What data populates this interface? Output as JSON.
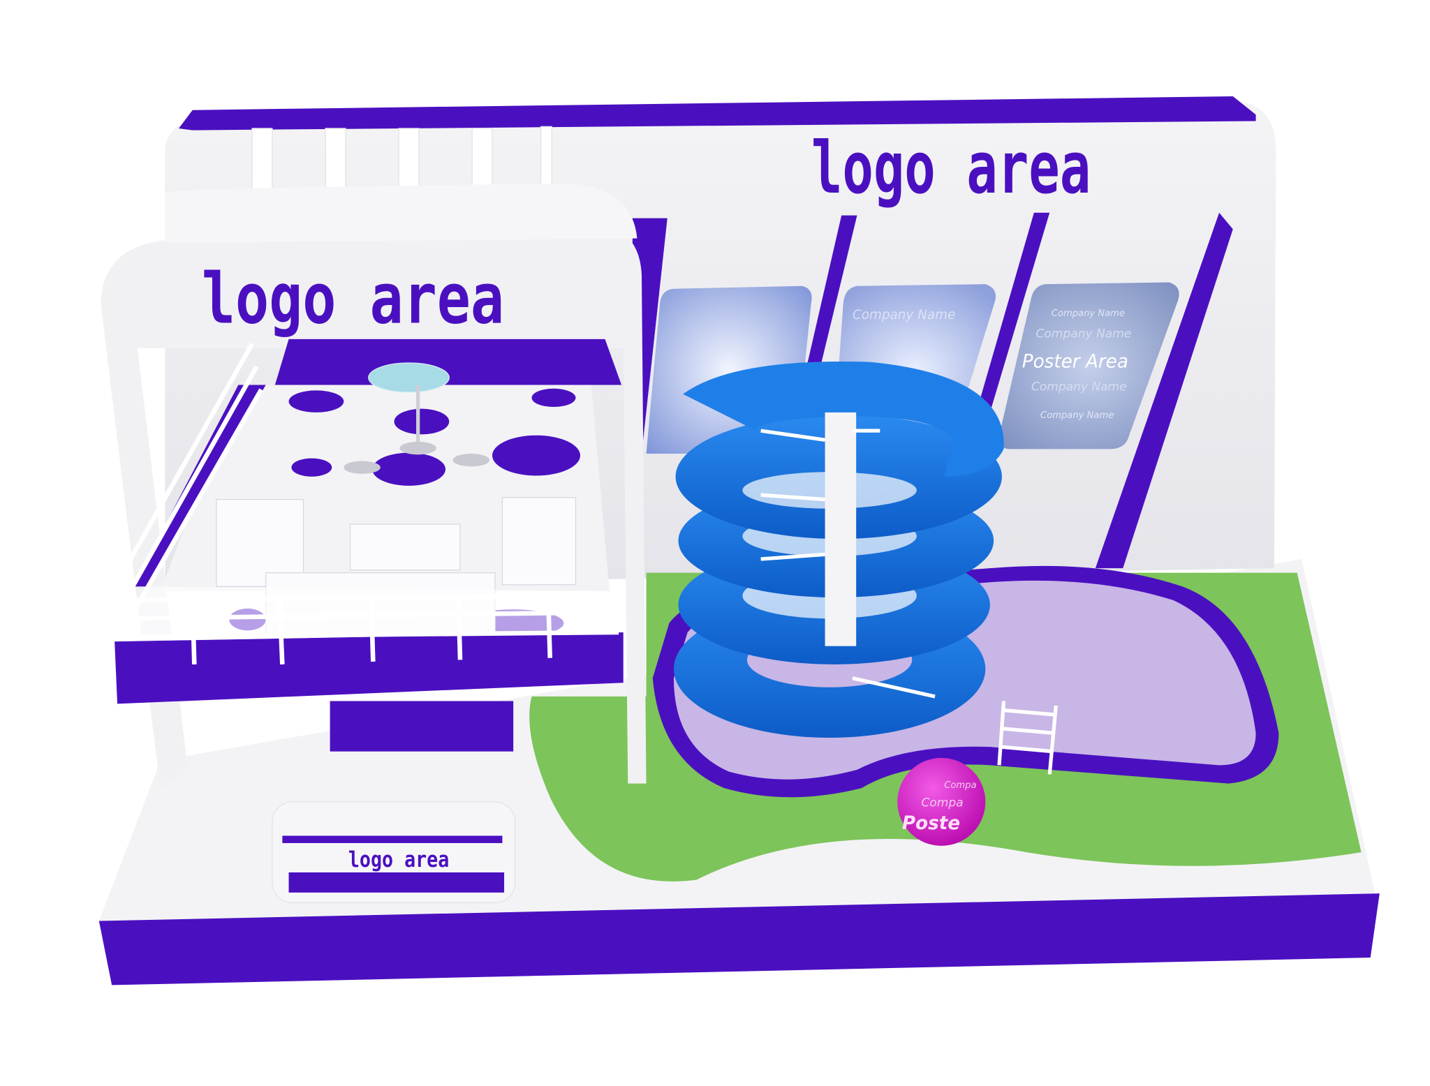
{
  "scene": {
    "back_wall_logo": "logo area",
    "upper_deck_logo": "logo area",
    "counter_logo": "logo area",
    "posters": [
      {
        "lines": []
      },
      {
        "lines": [
          "Company Name"
        ]
      },
      {
        "lines": [
          "Company Name",
          "Company Name",
          "Poster Area",
          "Company Name",
          "Company Name"
        ]
      }
    ],
    "ball_text": [
      "Compa",
      "Compa",
      "Poste"
    ]
  },
  "colors": {
    "brand_purple": "#4a10c0",
    "slide_blue": "#1a74e0",
    "grass_green": "#7dc45a",
    "pool_fill": "#c8b6e6",
    "ball_magenta": "#e21ad6",
    "poster_blue": "#9aa9d6"
  }
}
